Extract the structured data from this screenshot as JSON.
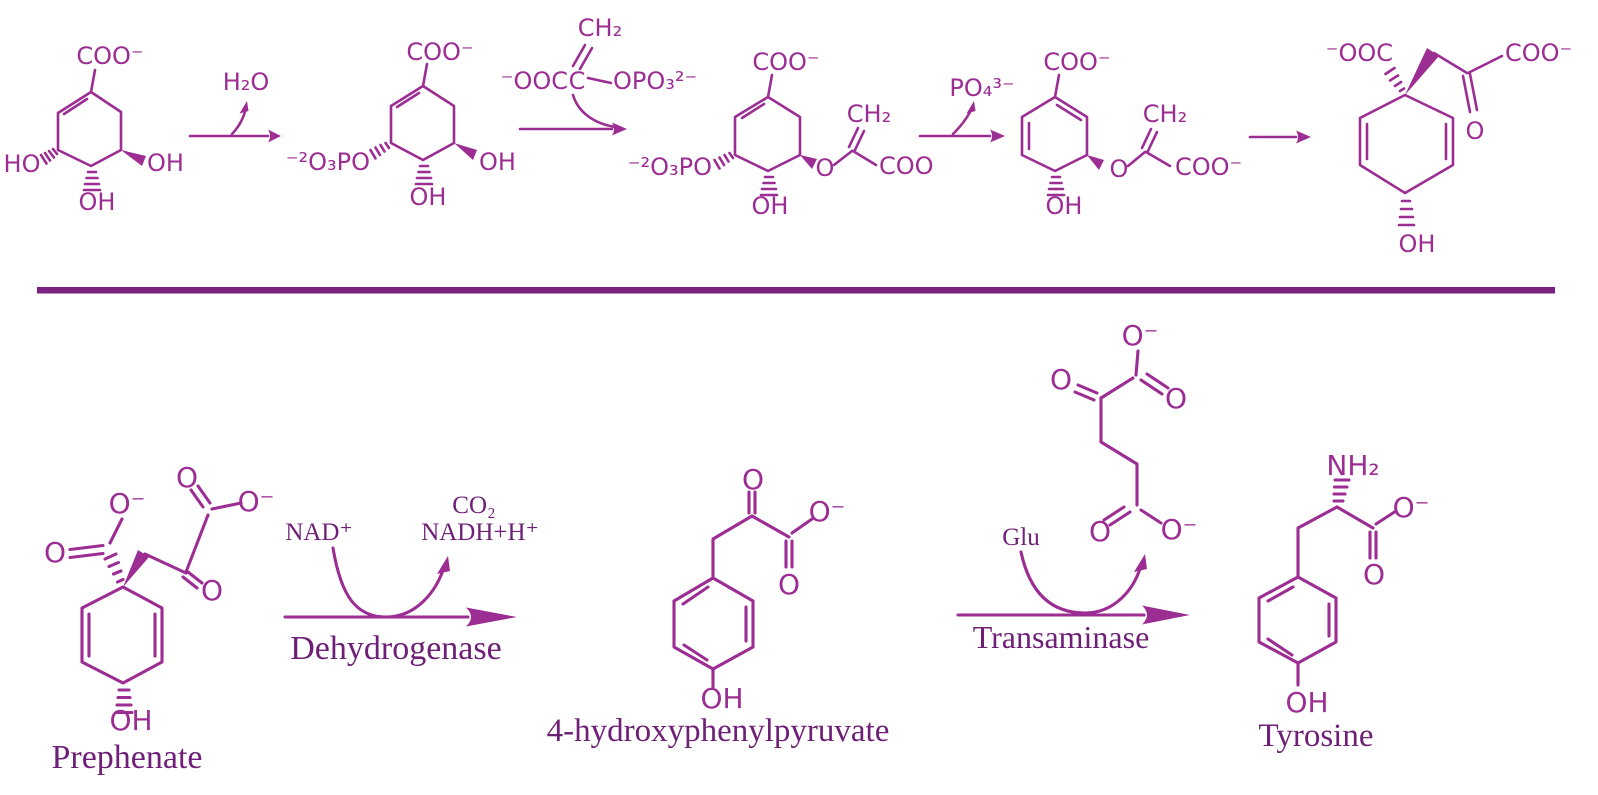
{
  "colors": {
    "structure": "#9B2D93",
    "label_text": "#6E2077",
    "divider": "#7A2282",
    "background": "#FFFFFF"
  },
  "top_row": {
    "shikimate": {
      "coo": "COO⁻",
      "ho": "HO",
      "oh_right": "OH",
      "oh_bottom": "OH"
    },
    "step1": {
      "released": "H₂O"
    },
    "shikimate_3_phosphate": {
      "coo": "COO⁻",
      "phosphate": "⁻²O₃PO",
      "oh_right": "OH",
      "oh_bottom": "OH"
    },
    "pep": {
      "carboxylate": "⁻OOC",
      "carbon": "C",
      "methylene": "CH₂",
      "phosphate": "OPO₃²⁻"
    },
    "epsp": {
      "coo": "COO⁻",
      "phosphate": "⁻²O₃PO",
      "oh_bottom": "OH",
      "ether_o": "O",
      "methylene": "CH₂",
      "enol_coo": "COO"
    },
    "step3": {
      "released": "PO₄³⁻"
    },
    "chorismate": {
      "coo": "COO⁻",
      "oh_bottom": "OH",
      "ether_o": "O",
      "methylene": "CH₂",
      "enol_coo": "COO⁻"
    },
    "prephenate": {
      "ooc": "⁻OOC",
      "coo": "COO⁻",
      "keto_o": "O",
      "oh_bottom": "OH"
    }
  },
  "bottom_row": {
    "prephenate": {
      "name": "Prephenate",
      "ring_o": "O",
      "ring_o_minus": "O⁻",
      "chain_o": "O",
      "chain_o_minus": "O⁻",
      "keto_o": "O",
      "oh": "OH"
    },
    "dehydrogenase_step": {
      "cofactor_in": "NAD⁺",
      "product_1": "CO₂",
      "product_2": "NADH+H⁺",
      "enzyme": "Dehydrogenase"
    },
    "hydroxyphenylpyruvate": {
      "name": "4-hydroxyphenylpyruvate",
      "keto_o": "O",
      "o_minus": "O⁻",
      "o": "O",
      "oh": "OH"
    },
    "transaminase_step": {
      "amine_donor": "Glu",
      "enzyme": "Transaminase"
    },
    "ketoglutarate": {
      "top_o_minus": "O⁻",
      "keto_o": "O",
      "right_o": "O",
      "bottom_o": "O",
      "bottom_o_minus": "O⁻"
    },
    "tyrosine": {
      "name": "Tyrosine",
      "amine": "NH₂",
      "o_minus": "O⁻",
      "o": "O",
      "oh": "OH"
    }
  }
}
